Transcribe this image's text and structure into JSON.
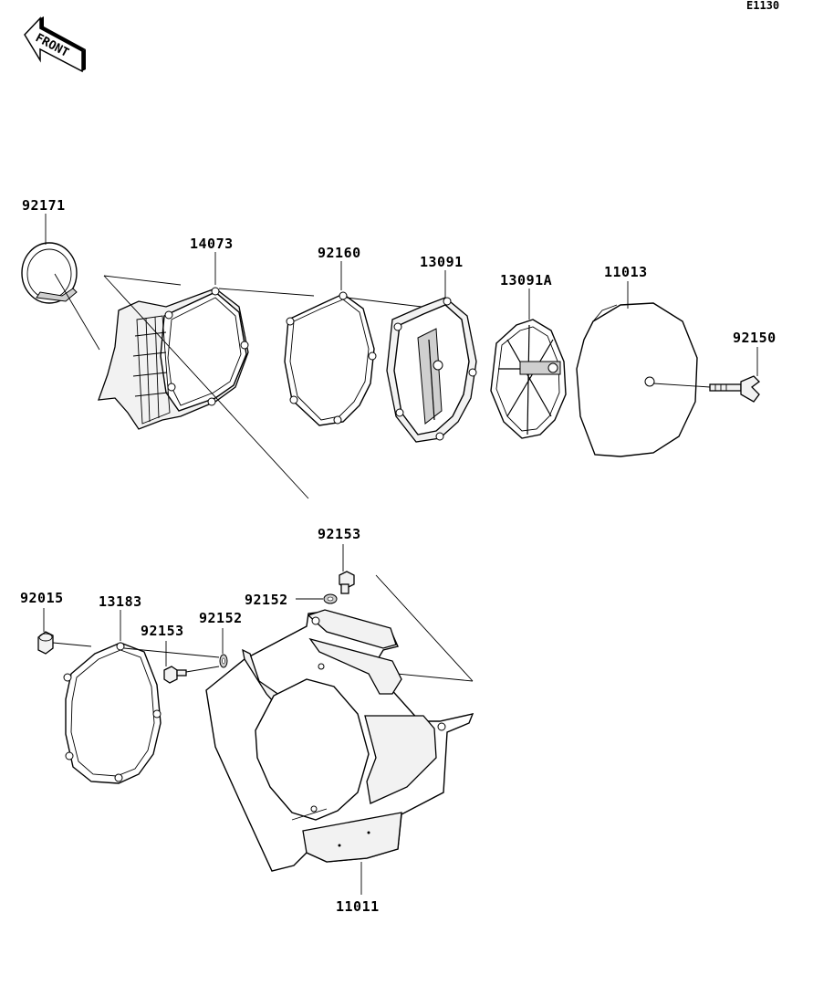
{
  "diagram_code": "E1130",
  "front_label": "FRONT",
  "parts": {
    "p92171": "92171",
    "p14073": "14073",
    "p92160": "92160",
    "p13091": "13091",
    "p13091A": "13091A",
    "p11013": "11013",
    "p92150": "92150",
    "p92153_top": "92153",
    "p92152_top": "92152",
    "p92015": "92015",
    "p13183": "13183",
    "p92153_left": "92153",
    "p92152_left": "92152",
    "p11011": "11011"
  }
}
